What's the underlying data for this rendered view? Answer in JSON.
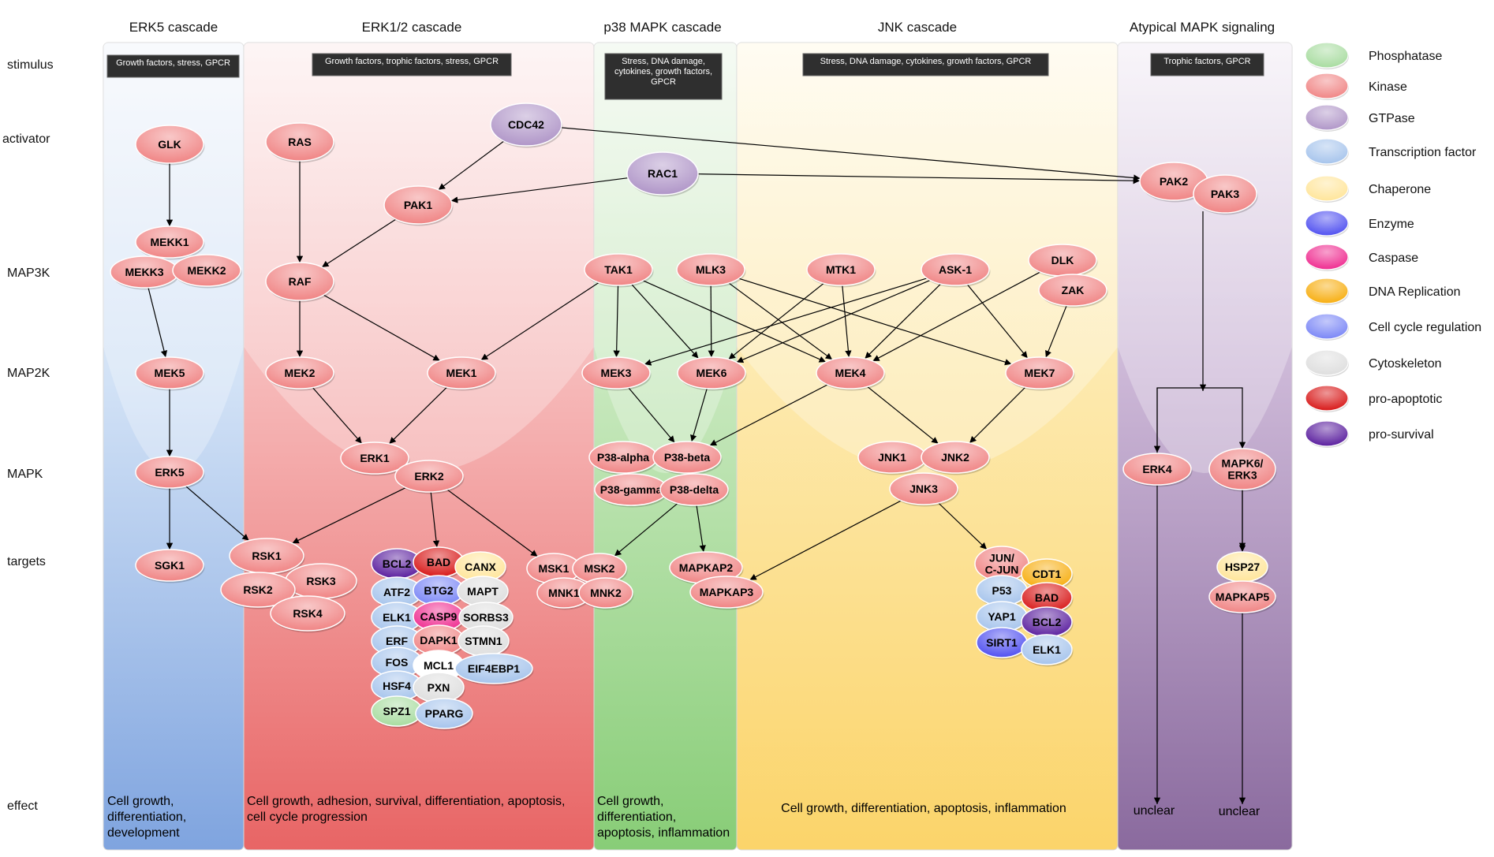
{
  "columns": [
    {
      "id": "erk5",
      "title": "ERK5 cascade",
      "stimulus": [
        "Growth factors, stress, GPCR"
      ],
      "effect": [
        "Cell growth,",
        "differentiation,",
        "development"
      ]
    },
    {
      "id": "erk12",
      "title": "ERK1/2 cascade",
      "stimulus": [
        "Growth factors, trophic factors,  stress, GPCR"
      ],
      "effect": [
        "Cell growth, adhesion, survival, differentiation, apoptosis,",
        "cell cycle progression"
      ]
    },
    {
      "id": "p38",
      "title": "p38 MAPK cascade",
      "stimulus": [
        "Stress, DNA damage,",
        "cytokines, growth factors,",
        "GPCR"
      ],
      "effect": [
        "Cell growth,",
        "differentiation,",
        "apoptosis, inflammation"
      ]
    },
    {
      "id": "jnk",
      "title": "JNK cascade",
      "stimulus": [
        "Stress, DNA damage, cytokines, growth factors, GPCR"
      ],
      "effect": [
        "Cell growth, differentiation, apoptosis, inflammation"
      ]
    },
    {
      "id": "atyp",
      "title": "Atypical MAPK signaling",
      "stimulus": [
        "Trophic factors,  GPCR"
      ],
      "effect": [
        "unclear",
        "unclear"
      ]
    }
  ],
  "row_labels": [
    "stimulus",
    "activator",
    "MAP3K",
    "MAP2K",
    "MAPK",
    "targets",
    "effect"
  ],
  "colors": {
    "kinase": "#f08585",
    "phosphatase": "#a8dca0",
    "gtpase": "#b096c8",
    "tf": "#a6c4ec",
    "chaperone": "#ffe59a",
    "enzyme": "#5050f0",
    "caspase": "#ef2c90",
    "dna": "#f7ae10",
    "cellcycle": "#7a86f6",
    "cyto": "#dedede",
    "proapop": "#d81818",
    "prosurv": "#5a1e9e",
    "white": "#ffffff"
  },
  "legend": [
    {
      "label": "Phosphatase",
      "type": "phosphatase"
    },
    {
      "label": "Kinase",
      "type": "kinase"
    },
    {
      "label": "GTPase",
      "type": "gtpase"
    },
    {
      "label": "Transcription factor",
      "type": "tf"
    },
    {
      "label": "Chaperone",
      "type": "chaperone"
    },
    {
      "label": "Enzyme",
      "type": "enzyme"
    },
    {
      "label": "Caspase",
      "type": "caspase"
    },
    {
      "label": "DNA Replication",
      "type": "dna"
    },
    {
      "label": "Cell cycle regulation",
      "type": "cellcycle"
    },
    {
      "label": "Cytoskeleton",
      "type": "cyto"
    },
    {
      "label": "pro-apoptotic",
      "type": "proapop"
    },
    {
      "label": "pro-survival",
      "type": "prosurv"
    }
  ],
  "nodes": [
    {
      "id": "GLK",
      "label": "GLK",
      "type": "kinase"
    },
    {
      "id": "MEKK1",
      "label": "MEKK1",
      "type": "kinase"
    },
    {
      "id": "MEKK3",
      "label": "MEKK3",
      "type": "kinase"
    },
    {
      "id": "MEKK2",
      "label": "MEKK2",
      "type": "kinase"
    },
    {
      "id": "MEK5",
      "label": "MEK5",
      "type": "kinase"
    },
    {
      "id": "ERK5",
      "label": "ERK5",
      "type": "kinase"
    },
    {
      "id": "SGK1",
      "label": "SGK1",
      "type": "kinase"
    },
    {
      "id": "RAS",
      "label": "RAS",
      "type": "kinase"
    },
    {
      "id": "CDC42",
      "label": "CDC42",
      "type": "gtpase"
    },
    {
      "id": "PAK1",
      "label": "PAK1",
      "type": "kinase"
    },
    {
      "id": "RAF",
      "label": "RAF",
      "type": "kinase"
    },
    {
      "id": "MEK2",
      "label": "MEK2",
      "type": "kinase"
    },
    {
      "id": "MEK1",
      "label": "MEK1",
      "type": "kinase"
    },
    {
      "id": "ERK1",
      "label": "ERK1",
      "type": "kinase"
    },
    {
      "id": "ERK2",
      "label": "ERK2",
      "type": "kinase"
    },
    {
      "id": "RSK1",
      "label": "RSK1",
      "type": "kinase"
    },
    {
      "id": "RSK3",
      "label": "RSK3",
      "type": "kinase"
    },
    {
      "id": "RSK2",
      "label": "RSK2",
      "type": "kinase"
    },
    {
      "id": "RSK4",
      "label": "RSK4",
      "type": "kinase"
    },
    {
      "id": "BCL2a",
      "label": "BCL2",
      "type": "prosurv",
      "white": true
    },
    {
      "id": "BADa",
      "label": "BAD",
      "type": "proapop"
    },
    {
      "id": "CANX",
      "label": "CANX",
      "type": "chaperone"
    },
    {
      "id": "ATF2",
      "label": "ATF2",
      "type": "tf"
    },
    {
      "id": "BTG2",
      "label": "BTG2",
      "type": "cellcycle"
    },
    {
      "id": "MAPT",
      "label": "MAPT",
      "type": "cyto"
    },
    {
      "id": "ELK1a",
      "label": "ELK1",
      "type": "tf"
    },
    {
      "id": "CASP9",
      "label": "CASP9",
      "type": "caspase"
    },
    {
      "id": "SORBS3",
      "label": "SORBS3",
      "type": "cyto"
    },
    {
      "id": "ERF",
      "label": "ERF",
      "type": "tf"
    },
    {
      "id": "DAPK1",
      "label": "DAPK1",
      "type": "kinase"
    },
    {
      "id": "STMN1",
      "label": "STMN1",
      "type": "cyto"
    },
    {
      "id": "FOS",
      "label": "FOS",
      "type": "tf"
    },
    {
      "id": "MCL1",
      "label": "MCL1",
      "type": "white"
    },
    {
      "id": "EIF4EBP1",
      "label": "EIF4EBP1",
      "type": "tf"
    },
    {
      "id": "HSF4",
      "label": "HSF4",
      "type": "tf"
    },
    {
      "id": "PXN",
      "label": "PXN",
      "type": "cyto"
    },
    {
      "id": "SPZ1",
      "label": "SPZ1",
      "type": "phosphatase"
    },
    {
      "id": "PPARG",
      "label": "PPARG",
      "type": "tf"
    },
    {
      "id": "MSK1",
      "label": "MSK1",
      "type": "kinase"
    },
    {
      "id": "MSK2",
      "label": "MSK2",
      "type": "kinase"
    },
    {
      "id": "MNK1",
      "label": "MNK1",
      "type": "kinase"
    },
    {
      "id": "MNK2",
      "label": "MNK2",
      "type": "kinase"
    },
    {
      "id": "RAC1",
      "label": "RAC1",
      "type": "gtpase"
    },
    {
      "id": "TAK1",
      "label": "TAK1",
      "type": "kinase"
    },
    {
      "id": "MEK3",
      "label": "MEK3",
      "type": "kinase"
    },
    {
      "id": "MEK6",
      "label": "MEK6",
      "type": "kinase"
    },
    {
      "id": "P38a",
      "label": "P38-alpha",
      "type": "kinase"
    },
    {
      "id": "P38b",
      "label": "P38-beta",
      "type": "kinase"
    },
    {
      "id": "P38g",
      "label": "P38-gamma",
      "type": "kinase"
    },
    {
      "id": "P38d",
      "label": "P38-delta",
      "type": "kinase"
    },
    {
      "id": "MAPKAP2",
      "label": "MAPKAP2",
      "type": "kinase"
    },
    {
      "id": "MAPKAP3",
      "label": "MAPKAP3",
      "type": "kinase"
    },
    {
      "id": "MLK3",
      "label": "MLK3",
      "type": "kinase"
    },
    {
      "id": "MTK1",
      "label": "MTK1",
      "type": "kinase"
    },
    {
      "id": "ASK1",
      "label": "ASK-1",
      "type": "kinase"
    },
    {
      "id": "DLK",
      "label": "DLK",
      "type": "kinase"
    },
    {
      "id": "ZAK",
      "label": "ZAK",
      "type": "kinase"
    },
    {
      "id": "MEK4",
      "label": "MEK4",
      "type": "kinase"
    },
    {
      "id": "MEK7",
      "label": "MEK7",
      "type": "kinase"
    },
    {
      "id": "JNK1",
      "label": "JNK1",
      "type": "kinase"
    },
    {
      "id": "JNK2",
      "label": "JNK2",
      "type": "kinase"
    },
    {
      "id": "JNK3",
      "label": "JNK3",
      "type": "kinase"
    },
    {
      "id": "JUN",
      "label": "JUN/|C-JUN",
      "type": "kinase"
    },
    {
      "id": "CDT1",
      "label": "CDT1",
      "type": "dna"
    },
    {
      "id": "P53",
      "label": "P53",
      "type": "tf"
    },
    {
      "id": "BADb",
      "label": "BAD",
      "type": "proapop"
    },
    {
      "id": "YAP1",
      "label": "YAP1",
      "type": "tf"
    },
    {
      "id": "BCL2b",
      "label": "BCL2",
      "type": "prosurv",
      "white": true
    },
    {
      "id": "SIRT1",
      "label": "SIRT1",
      "type": "enzyme"
    },
    {
      "id": "ELK1b",
      "label": "ELK1",
      "type": "tf"
    },
    {
      "id": "PAK2",
      "label": "PAK2",
      "type": "kinase"
    },
    {
      "id": "PAK3",
      "label": "PAK3",
      "type": "kinase"
    },
    {
      "id": "ERK4",
      "label": "ERK4",
      "type": "kinase"
    },
    {
      "id": "MAPK6",
      "label": "MAPK6/|ERK3",
      "type": "kinase"
    },
    {
      "id": "HSP27",
      "label": "HSP27",
      "type": "chaperone"
    },
    {
      "id": "MAPKAP5",
      "label": "MAPKAP5",
      "type": "kinase"
    }
  ],
  "edges": [
    [
      "GLK",
      "MEKK1"
    ],
    [
      "MEKK3",
      "MEK5"
    ],
    [
      "MEK5",
      "ERK5"
    ],
    [
      "ERK5",
      "SGK1"
    ],
    [
      "ERK5",
      "RSK1"
    ],
    [
      "RAS",
      "RAF"
    ],
    [
      "CDC42",
      "PAK1"
    ],
    [
      "RAC1",
      "PAK1"
    ],
    [
      "PAK1",
      "RAF"
    ],
    [
      "CDC42",
      "PAK2"
    ],
    [
      "RAC1",
      "PAK2"
    ],
    [
      "RAF",
      "MEK2"
    ],
    [
      "RAF",
      "MEK1"
    ],
    [
      "MEK2",
      "ERK1"
    ],
    [
      "MEK1",
      "ERK1"
    ],
    [
      "ERK2",
      "RSK1"
    ],
    [
      "ERK2",
      "BADa"
    ],
    [
      "ERK2",
      "MSK1"
    ],
    [
      "TAK1",
      "MEK3"
    ],
    [
      "TAK1",
      "MEK6"
    ],
    [
      "TAK1",
      "MEK1"
    ],
    [
      "TAK1",
      "MEK4"
    ],
    [
      "MEK3",
      "P38b"
    ],
    [
      "MEK6",
      "P38b"
    ],
    [
      "MEK4",
      "P38b"
    ],
    [
      "P38d",
      "MAPKAP2"
    ],
    [
      "P38d",
      "MSK2"
    ],
    [
      "MLK3",
      "MEK6"
    ],
    [
      "MLK3",
      "MEK4"
    ],
    [
      "MLK3",
      "MEK7"
    ],
    [
      "MTK1",
      "MEK6"
    ],
    [
      "MTK1",
      "MEK4"
    ],
    [
      "ASK1",
      "MEK3"
    ],
    [
      "ASK1",
      "MEK6"
    ],
    [
      "ASK1",
      "MEK4"
    ],
    [
      "ASK1",
      "MEK7"
    ],
    [
      "DLK",
      "MEK4"
    ],
    [
      "ZAK",
      "MEK7"
    ],
    [
      "MEK4",
      "JNK2"
    ],
    [
      "MEK7",
      "JNK2"
    ],
    [
      "JNK3",
      "MAPKAP3"
    ],
    [
      "JNK3",
      "JUN"
    ],
    [
      "MAPK6",
      "HSP27"
    ]
  ]
}
